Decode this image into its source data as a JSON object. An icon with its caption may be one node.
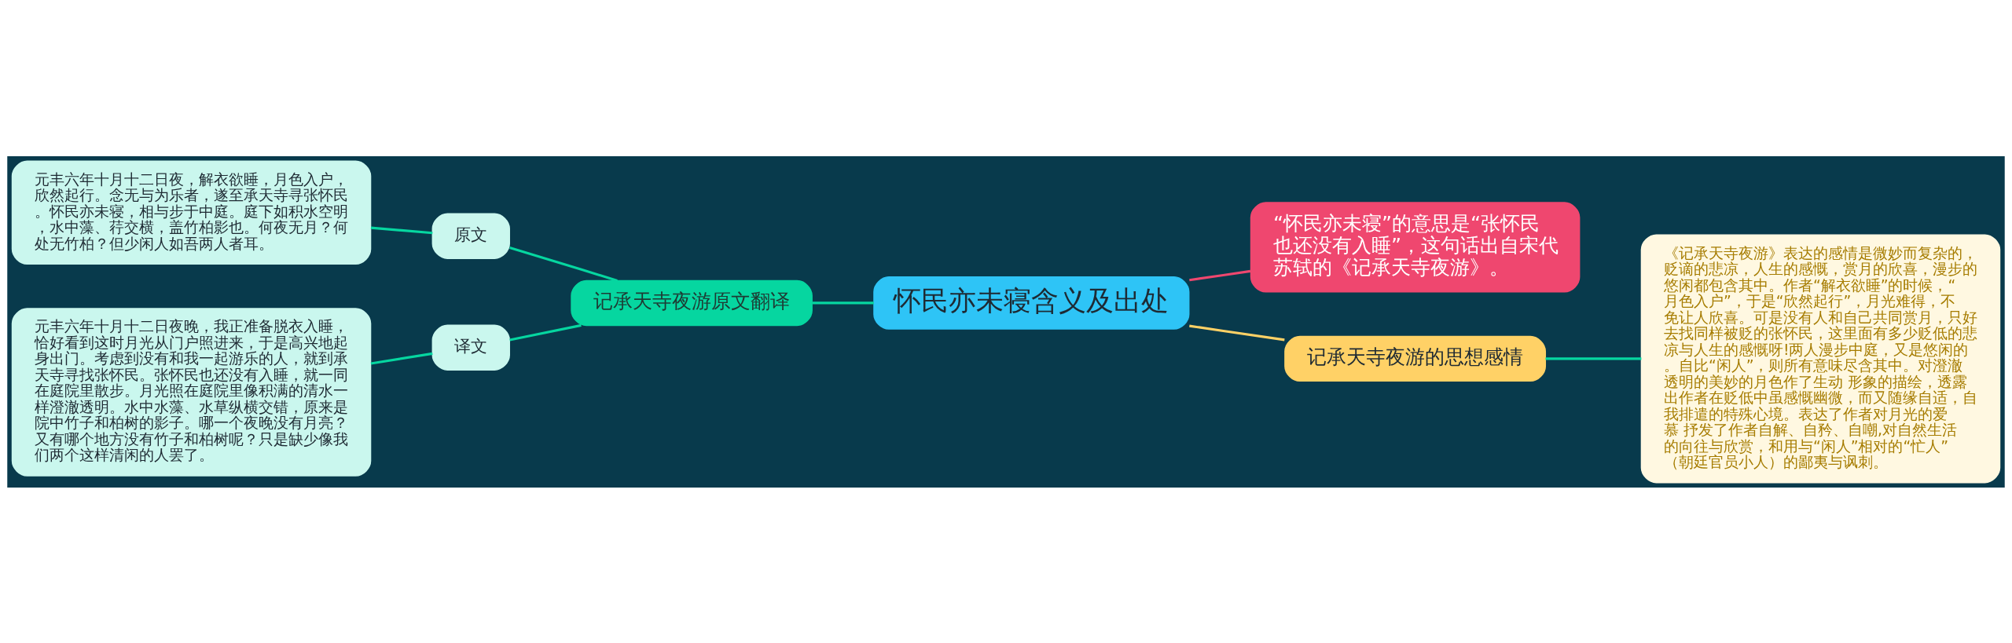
{
  "diagram": {
    "nodes": [
      {
        "text": [
          "怀民亦未寝含义及出处"
        ]
      },
      {
        "text": [
          "“怀民亦未寝”的意思是“张怀民也还没有入睡”，这句话出自宋代苏轼的《记承天寺夜游》。"
        ]
      },
      {
        "text": [
          "记承天寺夜游原文翻译"
        ]
      },
      {
        "text": [
          "原文"
        ]
      },
      {
        "text": [
          "元丰六年十月十二日夜，解衣欲睡，月色入户，欣然起行。念无与为乐者，遂至承天寺寻张怀民。怀民亦未寝，相与步于中庭。庭下如积水空明，水中藻、荇交横，盖竹柏影也。何夜无月？何处无竹柏？但少闲人如吾两人者耳。"
        ]
      },
      {
        "text": [
          "译文"
        ]
      },
      {
        "text": [
          "元丰六年十月十二日夜晚，我正准备脱衣入睡，恰好看到这时月光从门户照进来，于是高兴地起身出门。考虑到没有和我一起游乐的人，就到承天寺寻找张怀民。张怀民也还没有入睡，就一同在庭院里散步。月光照在庭院里像积满的清水一样澄澈透明。水中水藻、水草纵横交错，原来是院中竹子和柏树的影子。哪一个夜晚没有月亮？又有哪个地方没有竹子和柏树呢？只是缺少像我们两个这样清闲的人罢了。"
        ]
      },
      {
        "text": [
          "记承天寺夜游的思想感情"
        ]
      },
      {
        "text": [
          "《记承天寺夜游》表达的感情是微妙而复杂的，贬谪的悲凉，人生的感慨，赏月的欣喜，漫步的悠闲都包含其中。作者“解衣欲睡”的时候，“月色入户”，于是“欣然起行”，月光难得，不免让人欣喜。可是没有人和自己共同赏月，只好去找同样被贬的张怀民，这里面有多少贬低的悲凉与人生的感慨呀!两人漫步中庭，又是悠闲的。自比“闲人”，则所有意味尽含其中。对澄澈透明的美妙的月色作了生动 形象的描绘，透露出作者在贬低中虽感慨幽微，而又随缘自适，自我排遣的特殊心境。表达了作者对月光的爱慕 抒发了作者自解、自矜、自嘲,对自然生活的向往与欣赏，和用与“闲人”相对的“忙人”（朝廷官员小人）的鄙夷与讽刺。"
        ]
      }
    ],
    "edges": [
      {
        "from": 0,
        "to": 1,
        "arrow": "none",
        "color": "#ef476f"
      },
      {
        "from": 0,
        "to": 2,
        "arrow": "none"
      },
      {
        "from": 2,
        "to": 3,
        "arrow": "none"
      },
      {
        "from": 3,
        "to": 4,
        "arrow": "none"
      },
      {
        "from": 2,
        "to": 5,
        "arrow": "none"
      },
      {
        "from": 5,
        "to": 6,
        "arrow": "none"
      },
      {
        "from": 0,
        "to": 7,
        "arrow": "none",
        "color": "#ffd166"
      },
      {
        "from": 7,
        "to": 8,
        "arrow": "none"
      }
    ]
  }
}
